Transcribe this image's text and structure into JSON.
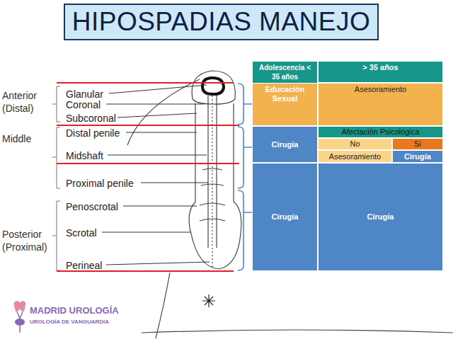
{
  "diagram": {
    "title": "HIPOSPADIAS MANEJO",
    "nodes": [
      {
        "text": [
          "Adolescencia < 35 años"
        ]
      },
      {
        "text": [
          "> 35 años"
        ]
      },
      {
        "text": [
          "Educación Sexual"
        ]
      },
      {
        "text": [
          "Asesoramiento"
        ]
      },
      {
        "text": [
          "Cirugía"
        ]
      },
      {
        "text": [
          "Afectación Psicológica"
        ]
      },
      {
        "text": [
          "No"
        ]
      },
      {
        "text": [
          "Si"
        ]
      },
      {
        "text": [
          "Asesoramiento"
        ]
      },
      {
        "text": [
          "Cirugía"
        ]
      },
      {
        "text": [
          "Cirugía"
        ]
      },
      {
        "text": [
          "Cirugía"
        ]
      }
    ],
    "labels": [
      "Anterior (Distal)",
      "Middle",
      "Posterior (Proximal)",
      "Glanular",
      "Coronal",
      "Subcoronal",
      "Distal penile",
      "Midshaft",
      "Proximal penile",
      "Penoscrotal",
      "Scrotal",
      "Perineal",
      "MADRID UROLOGÍA",
      "UROLOGÍA DE VANGUARDIA"
    ]
  }
}
